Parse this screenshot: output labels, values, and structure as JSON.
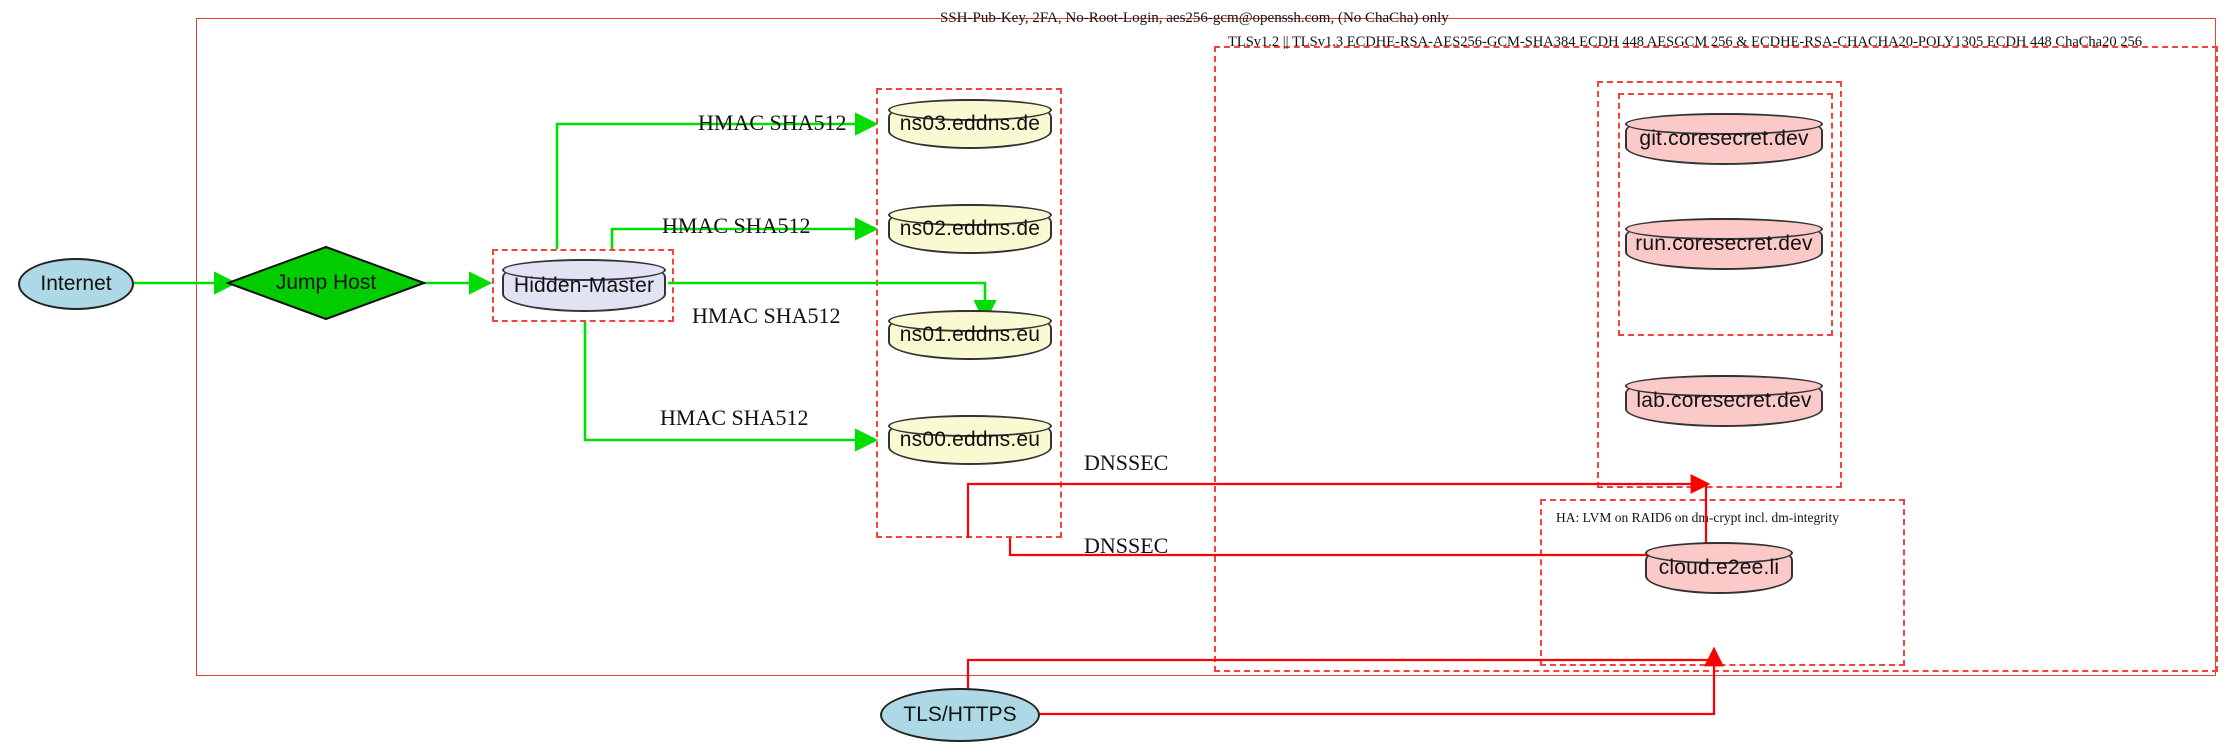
{
  "diagram": {
    "title": "Infrastructure security zones diagram",
    "colors": {
      "zone_border": "#e8413a",
      "secure_link": "#00dd00",
      "tls_link": "#ff0000",
      "dns_node": "#fafad2",
      "app_node": "#fcc9c9",
      "master_node": "#e2e2f5",
      "cloud_node": "#add8e6",
      "jumphost_node": "#00cc00"
    },
    "clusters": [
      {
        "id": "outer",
        "label": "SSH-Pub-Key, 2FA, No-Root-Login, aes256-gcm@openssh.com, (No ChaCha) only",
        "style": "solid"
      },
      {
        "id": "tls",
        "label": "TLSv1.2 || TLSv1.3 ECDHE-RSA-AES256-GCM-SHA384 ECDH 448 AESGCM 256 & ECDHE-RSA-CHACHA20-POLY1305 ECDH 448 ChaCha20 256",
        "style": "dashed"
      },
      {
        "id": "ha",
        "label": "HA: LVM on RAID6 on dm-crypt incl. dm-integrity",
        "style": "dashed"
      },
      {
        "id": "ns",
        "label": "",
        "style": "dashed"
      },
      {
        "id": "master",
        "label": "",
        "style": "dashed"
      },
      {
        "id": "coresecret",
        "label": "",
        "style": "dashed"
      },
      {
        "id": "coresecret-inner",
        "label": "",
        "style": "dashed"
      }
    ],
    "nodes": [
      {
        "id": "internet",
        "label": "Internet",
        "shape": "ellipse",
        "fill": "#add8e6"
      },
      {
        "id": "jumphost",
        "label": "Jump Host",
        "shape": "diamond",
        "fill": "#00cc00"
      },
      {
        "id": "hidden-master",
        "label": "Hidden-Master",
        "shape": "cylinder",
        "fill": "#e2e2f5"
      },
      {
        "id": "ns03",
        "label": "ns03.eddns.de",
        "shape": "cylinder",
        "fill": "#fafad2"
      },
      {
        "id": "ns02",
        "label": "ns02.eddns.de",
        "shape": "cylinder",
        "fill": "#fafad2"
      },
      {
        "id": "ns01",
        "label": "ns01.eddns.eu",
        "shape": "cylinder",
        "fill": "#fafad2"
      },
      {
        "id": "ns00",
        "label": "ns00.eddns.eu",
        "shape": "cylinder",
        "fill": "#fafad2"
      },
      {
        "id": "git",
        "label": "git.coresecret.dev",
        "shape": "cylinder",
        "fill": "#fcc9c9"
      },
      {
        "id": "run",
        "label": "run.coresecret.dev",
        "shape": "cylinder",
        "fill": "#fcc9c9"
      },
      {
        "id": "lab",
        "label": "lab.coresecret.dev",
        "shape": "cylinder",
        "fill": "#fcc9c9"
      },
      {
        "id": "cloud",
        "label": "cloud.e2ee.li",
        "shape": "cylinder",
        "fill": "#fcc9c9"
      },
      {
        "id": "tlshttps",
        "label": "TLS/HTTPS",
        "shape": "ellipse",
        "fill": "#add8e6"
      }
    ],
    "edges": [
      {
        "from": "internet",
        "to": "jumphost",
        "label": "",
        "color": "#00dd00"
      },
      {
        "from": "jumphost",
        "to": "hidden-master",
        "label": "",
        "color": "#00dd00"
      },
      {
        "from": "hidden-master",
        "to": "ns03",
        "label": "HMAC SHA512",
        "color": "#00dd00"
      },
      {
        "from": "hidden-master",
        "to": "ns02",
        "label": "HMAC SHA512",
        "color": "#00dd00"
      },
      {
        "from": "hidden-master",
        "to": "ns01",
        "label": "HMAC SHA512",
        "color": "#00dd00"
      },
      {
        "from": "hidden-master",
        "to": "ns00",
        "label": "HMAC SHA512",
        "color": "#00dd00"
      },
      {
        "from": "ns",
        "to": "coresecret",
        "label": "DNSSEC",
        "color": "#ff0000"
      },
      {
        "from": "ns",
        "to": "ha",
        "label": "DNSSEC",
        "color": "#ff0000"
      },
      {
        "from": "tlshttps",
        "to": "coresecret",
        "label": "",
        "color": "#ff0000"
      }
    ],
    "edge_labels": {
      "hmac": "HMAC SHA512",
      "dnssec": "DNSSEC"
    }
  }
}
